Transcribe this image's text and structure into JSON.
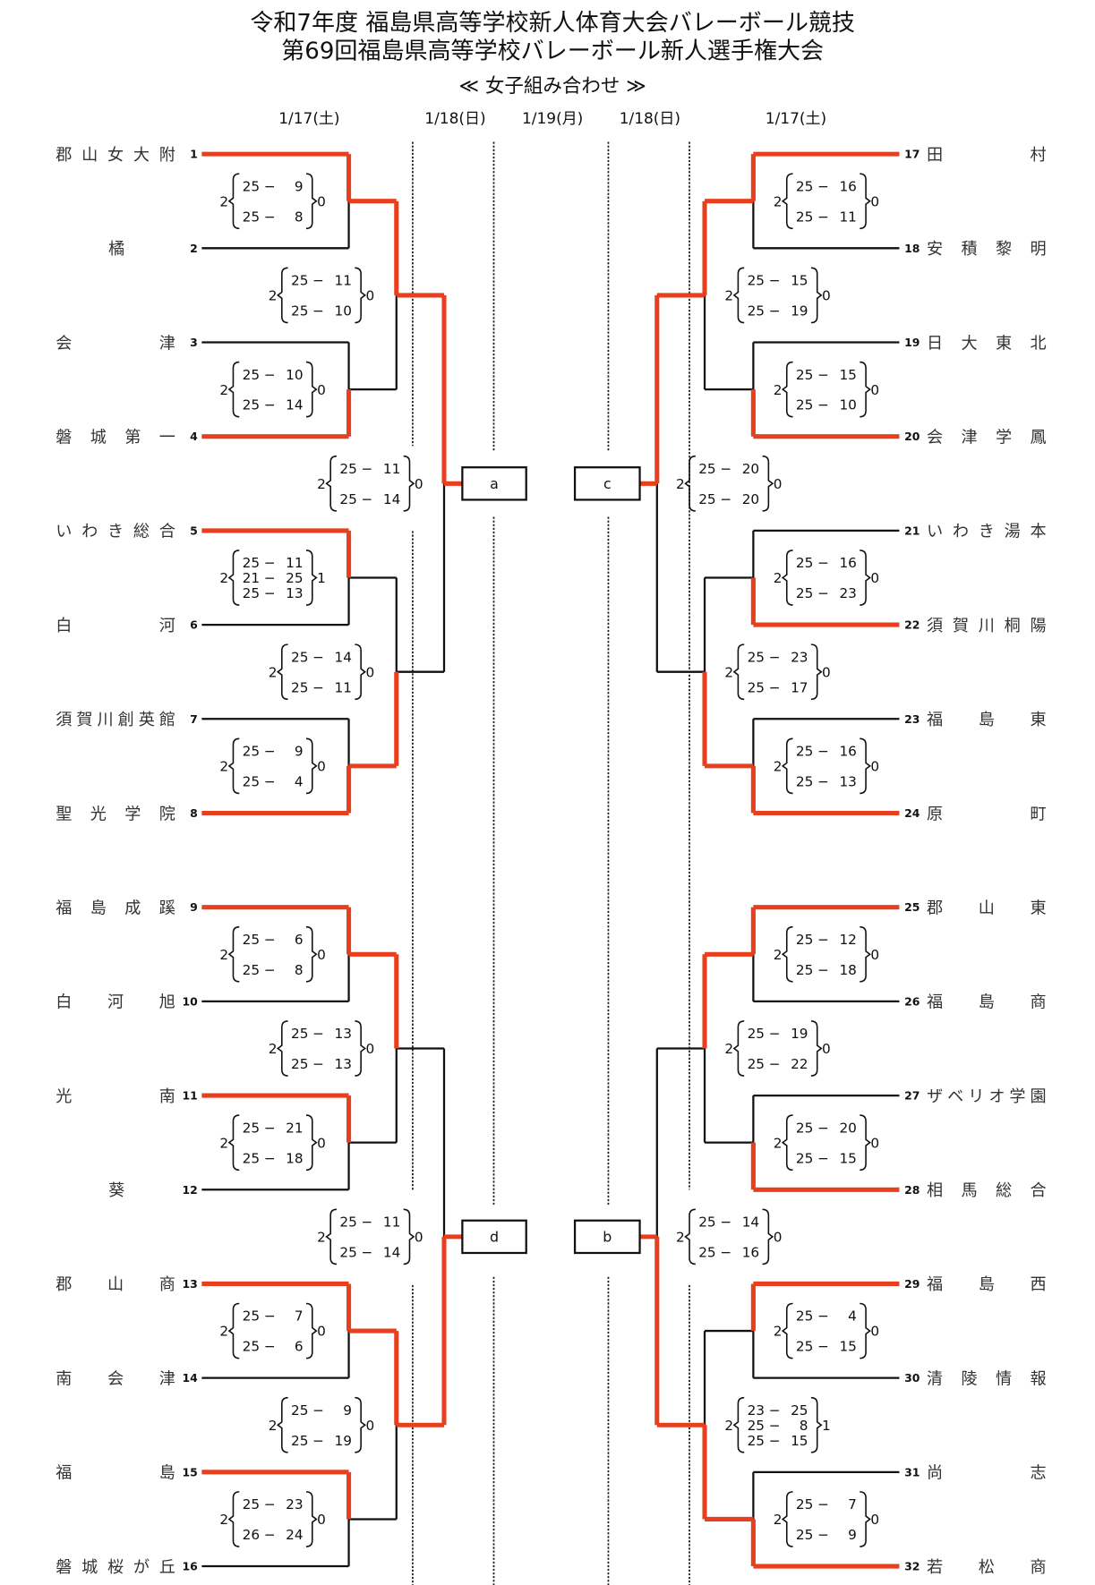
{
  "header": {
    "title_line1": "令和7年度  福島県高等学校新人体育大会バレーボール競技",
    "title_line2": "第69回福島県高等学校バレーボール新人選手権大会",
    "subtitle": "≪ 女子組み合わせ ≫"
  },
  "dates": {
    "left_round1": "1/17(土)",
    "left_round3": "1/18(日)",
    "final_day": "1/19(月)",
    "right_round3": "1/18(日)",
    "right_round1": "1/17(土)"
  },
  "colors": {
    "winner_line": "#e8401f",
    "line": "#111111",
    "dotted": "#222222"
  },
  "teams": [
    {
      "seed": "1",
      "name": "郡山女大附"
    },
    {
      "seed": "2",
      "name": "橘"
    },
    {
      "seed": "3",
      "name": "会津"
    },
    {
      "seed": "4",
      "name": "磐城第一"
    },
    {
      "seed": "5",
      "name": "いわき総合"
    },
    {
      "seed": "6",
      "name": "白河"
    },
    {
      "seed": "7",
      "name": "須賀川創英館"
    },
    {
      "seed": "8",
      "name": "聖光学院"
    },
    {
      "seed": "9",
      "name": "福島成蹊"
    },
    {
      "seed": "10",
      "name": "白河旭"
    },
    {
      "seed": "11",
      "name": "光南"
    },
    {
      "seed": "12",
      "name": "葵"
    },
    {
      "seed": "13",
      "name": "郡山商"
    },
    {
      "seed": "14",
      "name": "南会津"
    },
    {
      "seed": "15",
      "name": "福島"
    },
    {
      "seed": "16",
      "name": "磐城桜が丘"
    },
    {
      "seed": "17",
      "name": "田村"
    },
    {
      "seed": "18",
      "name": "安積黎明"
    },
    {
      "seed": "19",
      "name": "日大東北"
    },
    {
      "seed": "20",
      "name": "会津学鳳"
    },
    {
      "seed": "21",
      "name": "いわき湯本"
    },
    {
      "seed": "22",
      "name": "須賀川桐陽"
    },
    {
      "seed": "23",
      "name": "福島東"
    },
    {
      "seed": "24",
      "name": "原町"
    },
    {
      "seed": "25",
      "name": "郡山東"
    },
    {
      "seed": "26",
      "name": "福島商"
    },
    {
      "seed": "27",
      "name": "ザベリオ学園"
    },
    {
      "seed": "28",
      "name": "相馬総合"
    },
    {
      "seed": "29",
      "name": "福島西"
    },
    {
      "seed": "30",
      "name": "清陵情報"
    },
    {
      "seed": "31",
      "name": "尚志"
    },
    {
      "seed": "32",
      "name": "若松商"
    }
  ],
  "matches": {
    "round1": [
      {
        "teams": [
          1,
          2
        ],
        "winner": 1,
        "sets_won": "2",
        "sets_lost": "0",
        "sets": [
          [
            "25",
            "9"
          ],
          [
            "25",
            "8"
          ]
        ]
      },
      {
        "teams": [
          3,
          4
        ],
        "winner": 4,
        "sets_won": "2",
        "sets_lost": "0",
        "sets": [
          [
            "25",
            "10"
          ],
          [
            "25",
            "14"
          ]
        ]
      },
      {
        "teams": [
          5,
          6
        ],
        "winner": 5,
        "sets_won": "2",
        "sets_lost": "1",
        "sets": [
          [
            "25",
            "11"
          ],
          [
            "21",
            "25"
          ],
          [
            "25",
            "13"
          ]
        ]
      },
      {
        "teams": [
          7,
          8
        ],
        "winner": 8,
        "sets_won": "2",
        "sets_lost": "0",
        "sets": [
          [
            "25",
            "9"
          ],
          [
            "25",
            "4"
          ]
        ]
      },
      {
        "teams": [
          9,
          10
        ],
        "winner": 9,
        "sets_won": "2",
        "sets_lost": "0",
        "sets": [
          [
            "25",
            "6"
          ],
          [
            "25",
            "8"
          ]
        ]
      },
      {
        "teams": [
          11,
          12
        ],
        "winner": 11,
        "sets_won": "2",
        "sets_lost": "0",
        "sets": [
          [
            "25",
            "21"
          ],
          [
            "25",
            "18"
          ]
        ]
      },
      {
        "teams": [
          13,
          14
        ],
        "winner": 13,
        "sets_won": "2",
        "sets_lost": "0",
        "sets": [
          [
            "25",
            "7"
          ],
          [
            "25",
            "6"
          ]
        ]
      },
      {
        "teams": [
          15,
          16
        ],
        "winner": 15,
        "sets_won": "2",
        "sets_lost": "0",
        "sets": [
          [
            "25",
            "23"
          ],
          [
            "26",
            "24"
          ]
        ]
      },
      {
        "teams": [
          17,
          18
        ],
        "winner": 17,
        "sets_won": "2",
        "sets_lost": "0",
        "sets": [
          [
            "25",
            "16"
          ],
          [
            "25",
            "11"
          ]
        ]
      },
      {
        "teams": [
          19,
          20
        ],
        "winner": 20,
        "sets_won": "2",
        "sets_lost": "0",
        "sets": [
          [
            "25",
            "15"
          ],
          [
            "25",
            "10"
          ]
        ]
      },
      {
        "teams": [
          21,
          22
        ],
        "winner": 22,
        "sets_won": "2",
        "sets_lost": "0",
        "sets": [
          [
            "25",
            "16"
          ],
          [
            "25",
            "23"
          ]
        ]
      },
      {
        "teams": [
          23,
          24
        ],
        "winner": 24,
        "sets_won": "2",
        "sets_lost": "0",
        "sets": [
          [
            "25",
            "16"
          ],
          [
            "25",
            "13"
          ]
        ]
      },
      {
        "teams": [
          25,
          26
        ],
        "winner": 25,
        "sets_won": "2",
        "sets_lost": "0",
        "sets": [
          [
            "25",
            "12"
          ],
          [
            "25",
            "18"
          ]
        ]
      },
      {
        "teams": [
          27,
          28
        ],
        "winner": 28,
        "sets_won": "2",
        "sets_lost": "0",
        "sets": [
          [
            "25",
            "20"
          ],
          [
            "25",
            "15"
          ]
        ]
      },
      {
        "teams": [
          29,
          30
        ],
        "winner": 29,
        "sets_won": "2",
        "sets_lost": "0",
        "sets": [
          [
            "25",
            "4"
          ],
          [
            "25",
            "15"
          ]
        ]
      },
      {
        "teams": [
          31,
          32
        ],
        "winner": 32,
        "sets_won": "2",
        "sets_lost": "0",
        "sets": [
          [
            "25",
            "7"
          ],
          [
            "25",
            "9"
          ]
        ]
      }
    ],
    "round2": [
      {
        "winner_side": "top",
        "sets_won": "2",
        "sets_lost": "0",
        "sets": [
          [
            "25",
            "11"
          ],
          [
            "25",
            "10"
          ]
        ]
      },
      {
        "winner_side": "bottom",
        "sets_won": "2",
        "sets_lost": "0",
        "sets": [
          [
            "25",
            "14"
          ],
          [
            "25",
            "11"
          ]
        ]
      },
      {
        "winner_side": "top",
        "sets_won": "2",
        "sets_lost": "0",
        "sets": [
          [
            "25",
            "13"
          ],
          [
            "25",
            "13"
          ]
        ]
      },
      {
        "winner_side": "top",
        "sets_won": "2",
        "sets_lost": "0",
        "sets": [
          [
            "25",
            "9"
          ],
          [
            "25",
            "19"
          ]
        ]
      },
      {
        "winner_side": "top",
        "sets_won": "2",
        "sets_lost": "0",
        "sets": [
          [
            "25",
            "15"
          ],
          [
            "25",
            "19"
          ]
        ]
      },
      {
        "winner_side": "bottom",
        "sets_won": "2",
        "sets_lost": "0",
        "sets": [
          [
            "25",
            "23"
          ],
          [
            "25",
            "17"
          ]
        ]
      },
      {
        "winner_side": "top",
        "sets_won": "2",
        "sets_lost": "0",
        "sets": [
          [
            "25",
            "19"
          ],
          [
            "25",
            "22"
          ]
        ]
      },
      {
        "winner_side": "bottom",
        "sets_won": "2",
        "sets_lost": "1",
        "sets": [
          [
            "23",
            "25"
          ],
          [
            "25",
            "8"
          ],
          [
            "25",
            "15"
          ]
        ]
      }
    ],
    "round3": [
      {
        "box": "a",
        "winner_side": "top",
        "sets_won": "2",
        "sets_lost": "0",
        "sets": [
          [
            "25",
            "11"
          ],
          [
            "25",
            "14"
          ]
        ]
      },
      {
        "box": "d",
        "winner_side": "bottom",
        "sets_won": "2",
        "sets_lost": "0",
        "sets": [
          [
            "25",
            "11"
          ],
          [
            "25",
            "14"
          ]
        ]
      },
      {
        "box": "c",
        "winner_side": "top",
        "sets_won": "2",
        "sets_lost": "0",
        "sets": [
          [
            "25",
            "20"
          ],
          [
            "25",
            "20"
          ]
        ]
      },
      {
        "box": "b",
        "winner_side": "bottom",
        "sets_won": "2",
        "sets_lost": "0",
        "sets": [
          [
            "25",
            "14"
          ],
          [
            "25",
            "16"
          ]
        ]
      }
    ]
  }
}
